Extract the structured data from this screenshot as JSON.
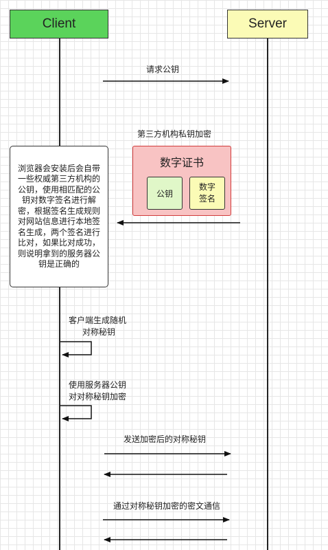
{
  "participants": {
    "client": "Client",
    "server": "Server"
  },
  "messages": {
    "request_public_key": "请求公钥",
    "third_party_sign": "第三方机构私钥加密",
    "client_generate_key_line1": "客户端生成随机",
    "client_generate_key_line2": "对称秘钥",
    "encrypt_with_server_key_line1": "使用服务器公钥",
    "encrypt_with_server_key_line2": "对对称秘钥加密",
    "send_encrypted_key": "发送加密后的对称秘钥",
    "ciphertext_communication": "通过对称秘钥加密的密文通信"
  },
  "certificate": {
    "title": "数字证书",
    "public_key": "公钥",
    "signature": "数字\n签名"
  },
  "note": {
    "text": "浏览器会安装后会自带一些权威第三方机构的公钥，使用相匹配的公钥对数字签名进行解密，根据签名生成规则对网站信息进行本地签名生成，两个签名进行比对，如果比对成功，则说明拿到的服务器公钥是正确的"
  },
  "colors": {
    "client_fill": "#5bd35b",
    "server_fill": "#fbfbb6",
    "certificate_fill": "#f8c3c3",
    "certificate_border": "#d03a3a",
    "public_key_fill": "#e0f7c8"
  }
}
